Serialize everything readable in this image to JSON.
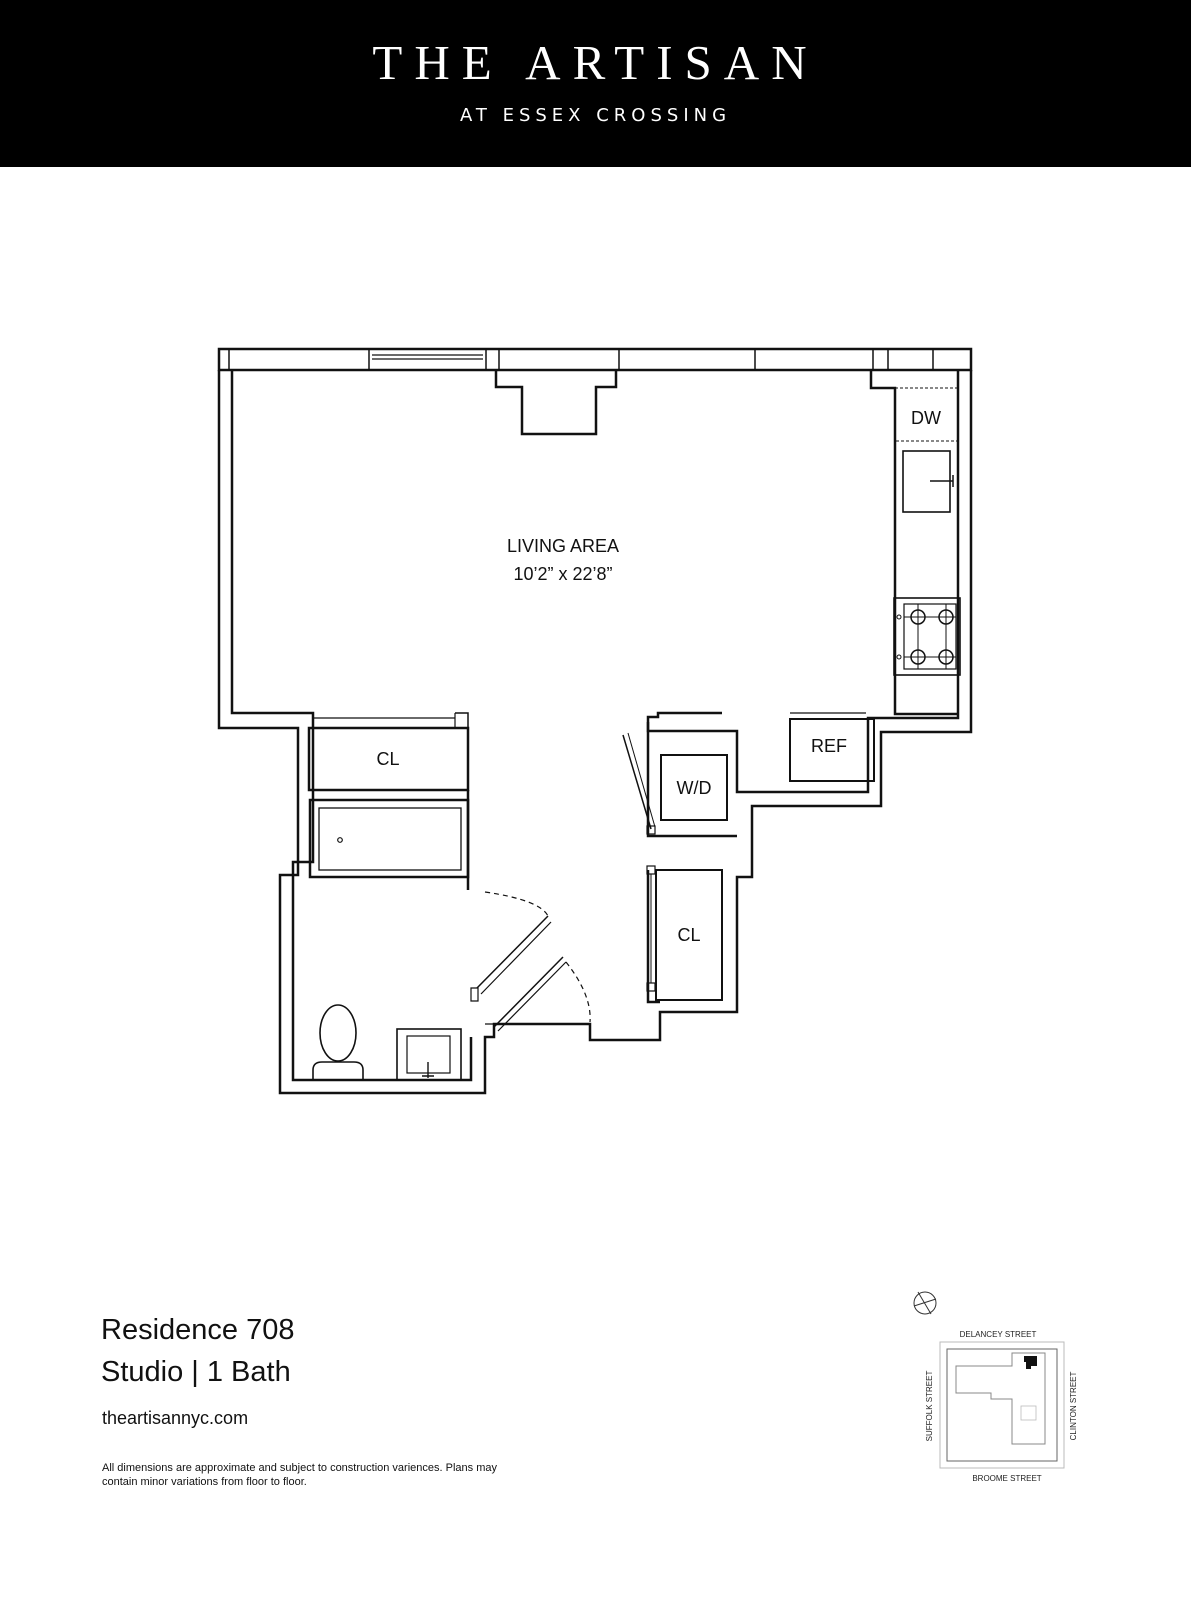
{
  "brand": {
    "title": "THE ARTISAN",
    "subtitle": "AT ESSEX CROSSING"
  },
  "rooms": {
    "living_area_name": "LIVING AREA",
    "living_area_dims": "10’2” x 22’8”",
    "dishwasher": "DW",
    "refrigerator": "REF",
    "washer_dryer": "W/D",
    "closet_1": "CL",
    "closet_2": "CL"
  },
  "unit": {
    "name": "Residence 708",
    "type": "Studio | 1 Bath"
  },
  "website": "theartisannyc.com",
  "disclaimer": "All dimensions are approximate and subject to construction variences. Plans may contain minor variations from floor to floor.",
  "keyplan": {
    "north": "DELANCEY STREET",
    "south": "BROOME STREET",
    "west": "SUFFOLK STREET",
    "east": "CLINTON STREET"
  }
}
